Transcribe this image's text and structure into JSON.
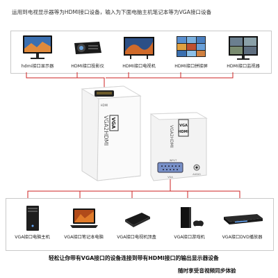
{
  "top_caption": "运用到电视显示器等为HDMI接口设备，输入为下面电脑主机笔记本等为VGA接口设备",
  "top_devices": [
    {
      "label": "hdmi接口显示器",
      "icon": "monitor-icon"
    },
    {
      "label": "HDMI接口投影仪",
      "icon": "projector-icon"
    },
    {
      "label": "HDMI接口电视机",
      "icon": "tv-icon"
    },
    {
      "label": "HDMI接口拼接屏",
      "icon": "video-wall-icon"
    },
    {
      "label": "HDMI接口监视器",
      "icon": "surveillance-monitor-icon"
    }
  ],
  "bottom_devices": [
    {
      "label": "VGA接口电脑主机",
      "icon": "pc-tower-icon"
    },
    {
      "label": "VGA接口笔记本电脑",
      "icon": "laptop-icon"
    },
    {
      "label": "VGA接口电视机顶盒",
      "icon": "set-top-box-icon"
    },
    {
      "label": "VGA接口游戏机",
      "icon": "game-console-icon"
    },
    {
      "label": "VGA接口DVD播放器",
      "icon": "dvd-player-icon"
    }
  ],
  "converter_front": {
    "brand": "VGA HDMI",
    "model": "VGA2HDMI",
    "port_input": "INPUT",
    "port_audio": "AUDIO",
    "port_label": "VGA"
  },
  "converter_back": {
    "model": "VGA2HDMI",
    "port_label": "HDMI"
  },
  "bottom_caption_1": "轻松让你带有VGA接口的设备连接到带有HDMI接口的输出显示器设备",
  "bottom_caption_2": "随时享受音视频同步体验",
  "colors": {
    "cable": "#cc2222",
    "box_border": "#c9c9c9"
  }
}
